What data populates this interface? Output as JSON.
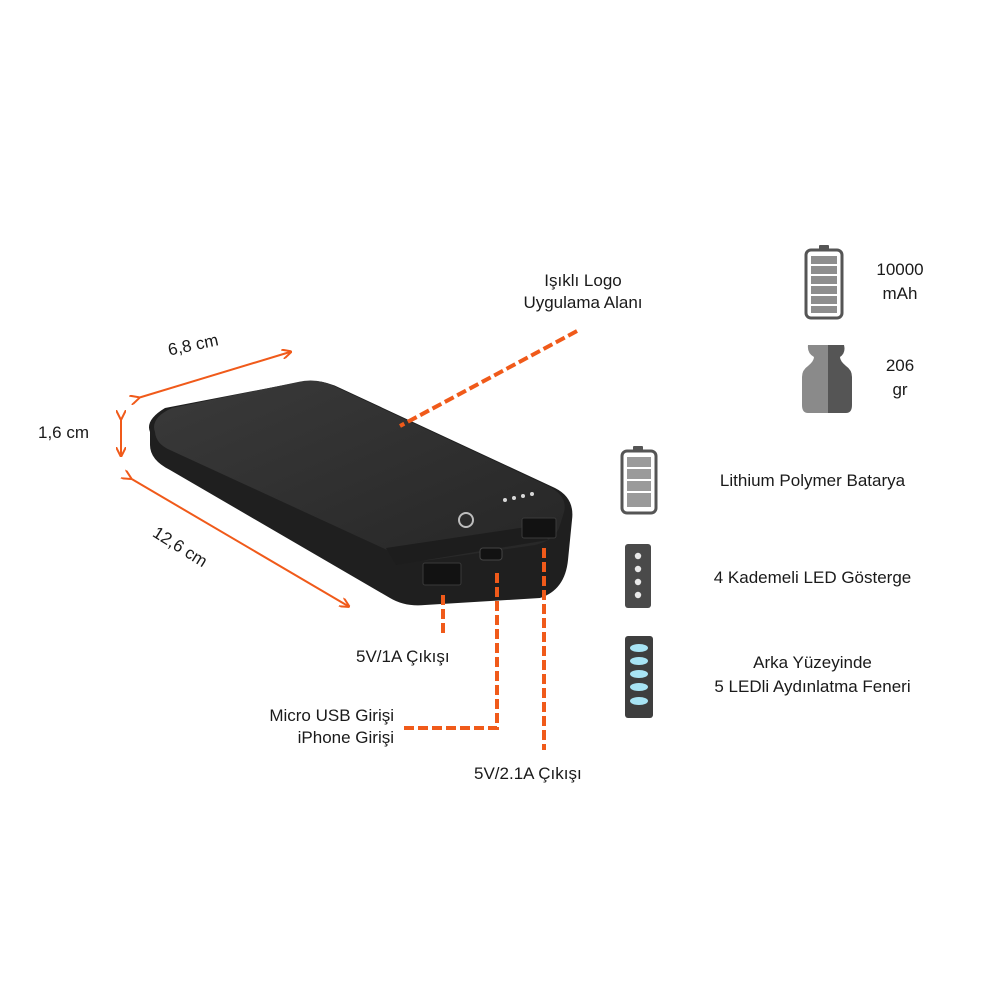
{
  "colors": {
    "accent": "#f05a1a",
    "device_body": "#2b2b2b",
    "device_top": "#323232",
    "icon_gray": "#555555",
    "icon_light": "#8a8a8a",
    "led_cyan": "#a8e4f4"
  },
  "product": {
    "name": "Power bank"
  },
  "dimensions": {
    "width_label": "6,8 cm",
    "height_label": "1,6 cm",
    "length_label": "12,6 cm"
  },
  "callouts": {
    "logo_area": [
      "Işıklı Logo",
      "Uygulama Alanı"
    ],
    "output_1a": "5V/1A Çıkışı",
    "input": [
      "Micro USB Girişi",
      "iPhone Girişi"
    ],
    "output_2a": "5V/2.1A Çıkışı"
  },
  "specs": [
    {
      "icon": "battery-icon",
      "lines": [
        "10000",
        "mAh"
      ]
    },
    {
      "icon": "weight-icon",
      "lines": [
        "206",
        "gr"
      ]
    },
    {
      "icon": "battery-cells-icon",
      "lines": [
        "Lithium Polymer Batarya"
      ]
    },
    {
      "icon": "led-indicator-icon",
      "lines": [
        "4 Kademeli LED Gösterge"
      ]
    },
    {
      "icon": "flashlight-leds-icon",
      "lines": [
        "Arka Yüzeyinde",
        "5 LEDli Aydınlatma Feneri"
      ]
    }
  ],
  "device": {
    "indicator_leds": 4,
    "flashlight_leds": 5
  }
}
